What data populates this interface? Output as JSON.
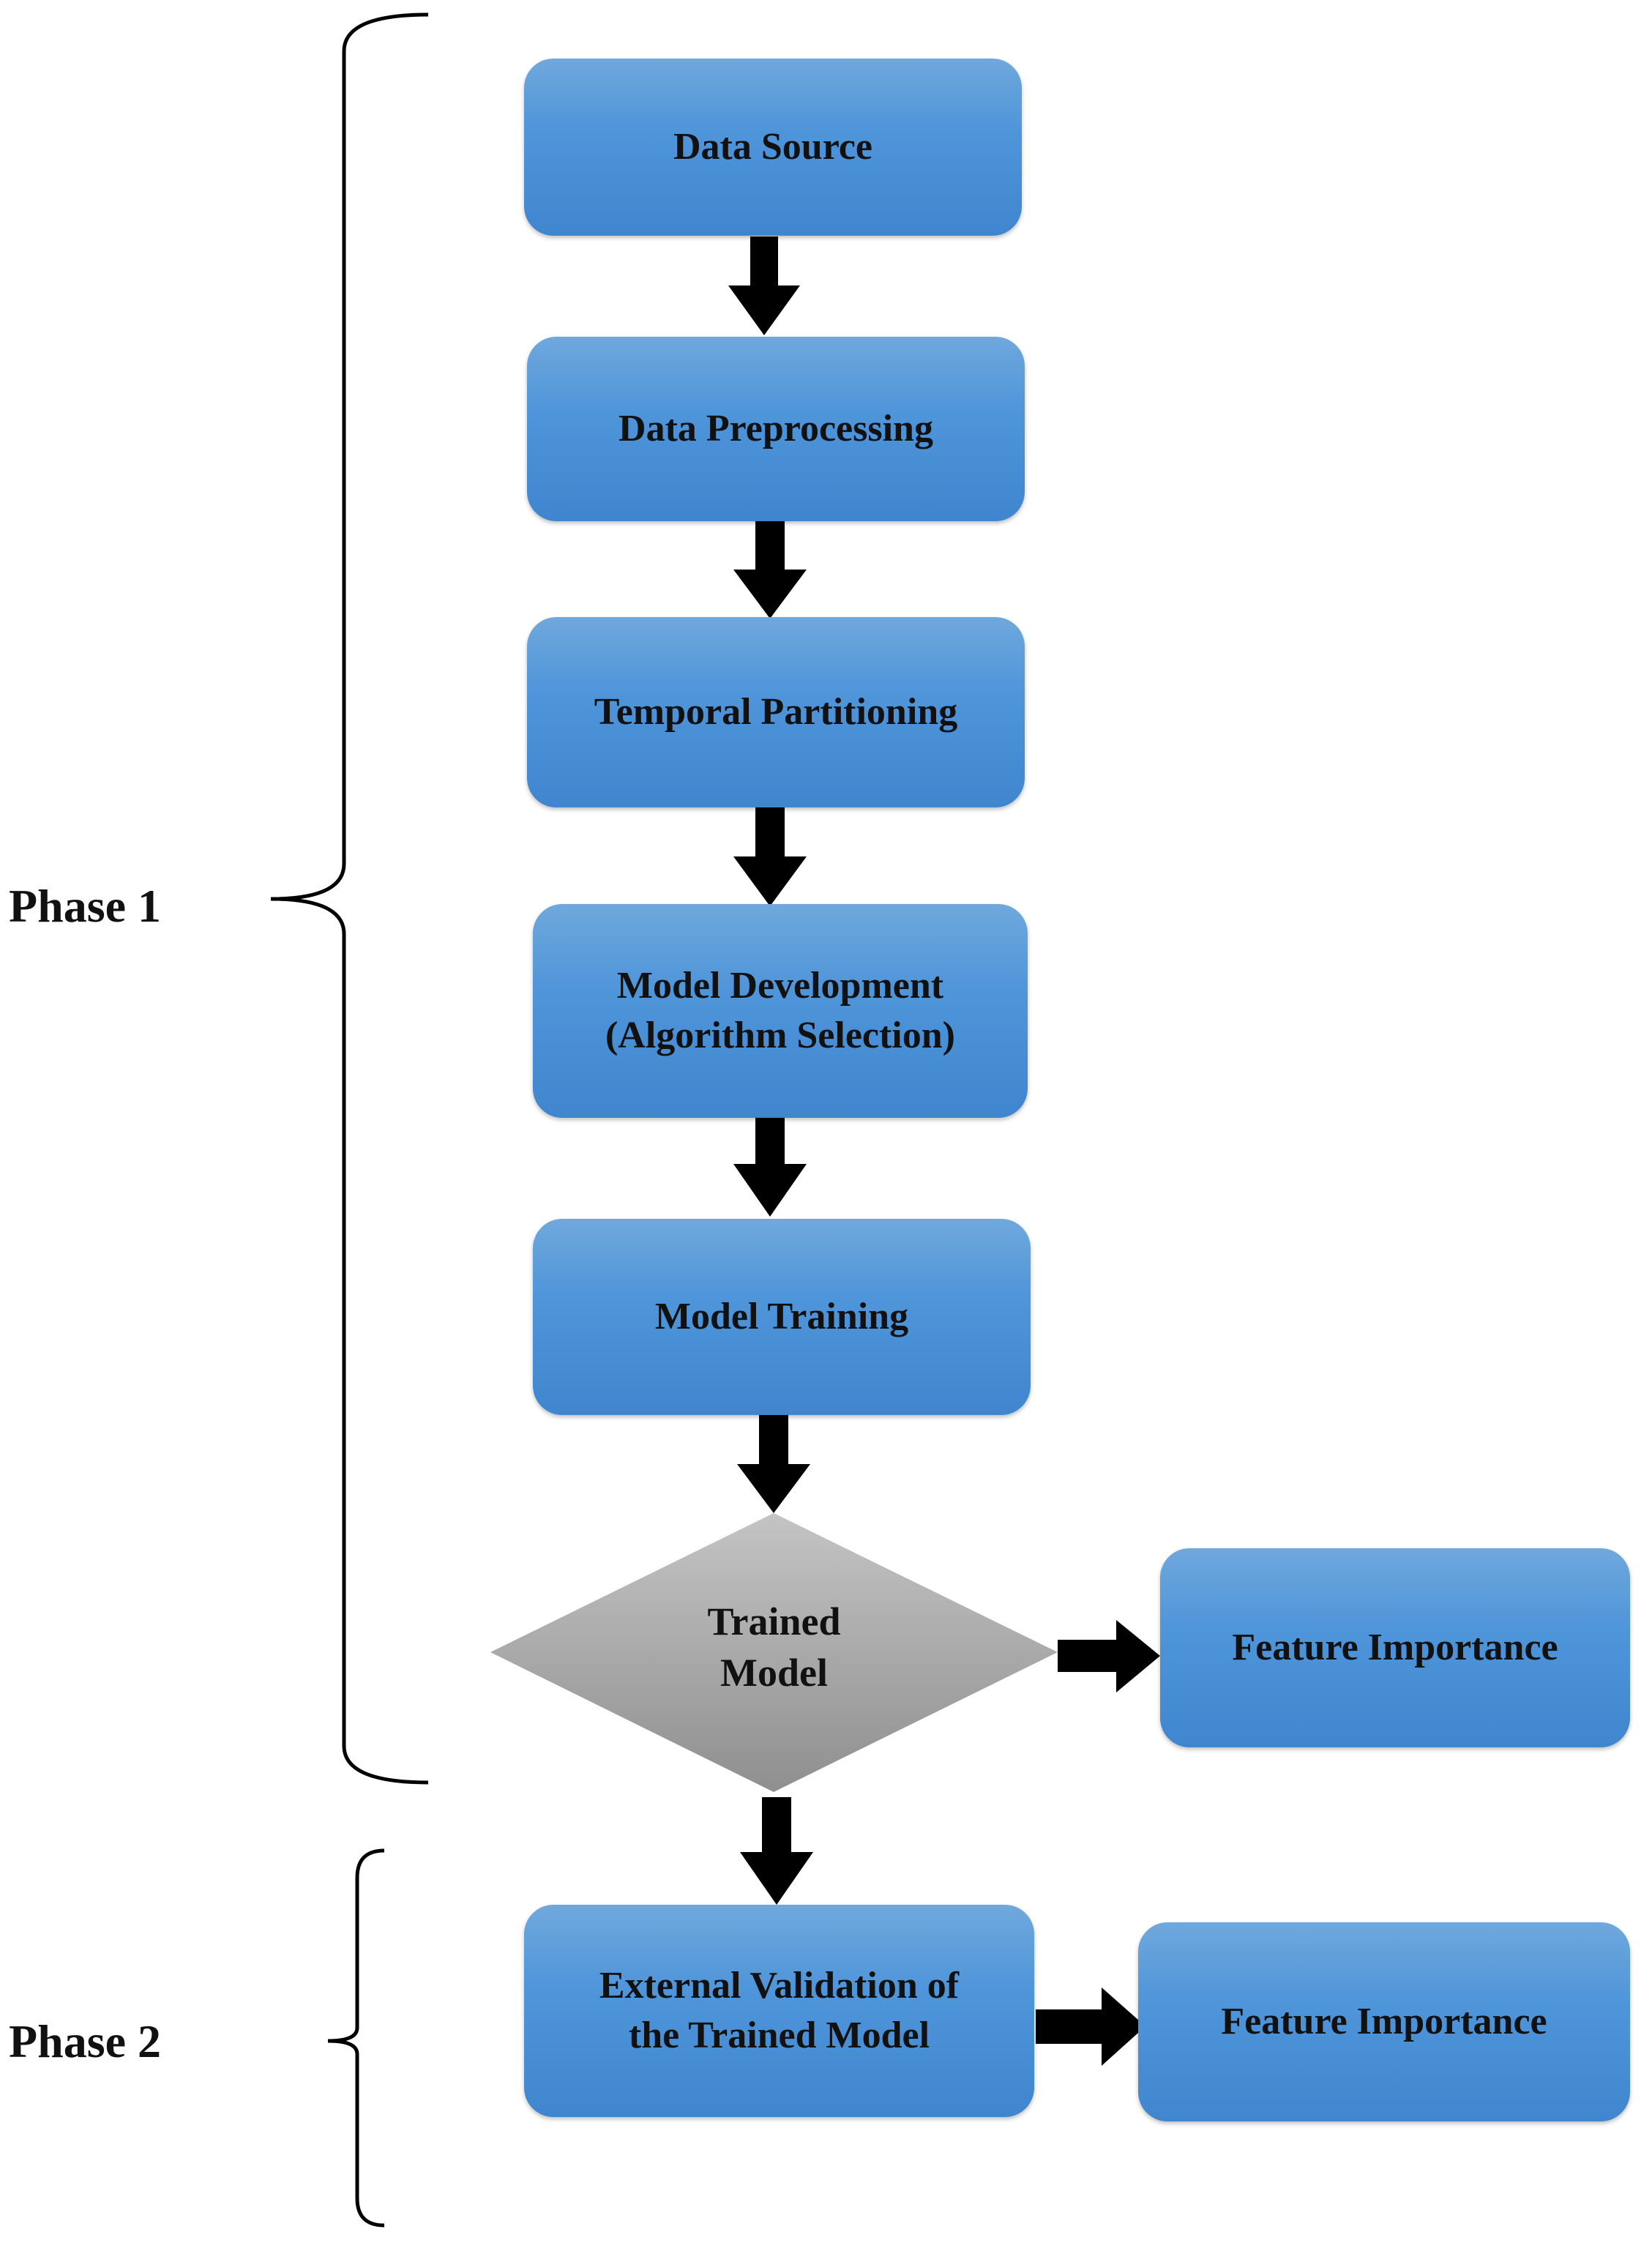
{
  "nodes": {
    "data_source": "Data Source",
    "data_preprocessing": "Data Preprocessing",
    "temporal_partitioning": "Temporal Partitioning",
    "model_development_line1": "Model Development",
    "model_development_line2": "(Algorithm Selection)",
    "model_training": "Model Training",
    "trained_model_line1": "Trained",
    "trained_model_line2": "Model",
    "feature_importance_1": "Feature Importance",
    "external_validation_line1": "External Validation of",
    "external_validation_line2": "the Trained Model",
    "feature_importance_2": "Feature Importance"
  },
  "phases": {
    "phase1": "Phase 1",
    "phase2": "Phase 2"
  },
  "colors": {
    "box_fill": "#4f95da",
    "decision_fill": "#a6a6a6",
    "arrow": "#000000"
  }
}
